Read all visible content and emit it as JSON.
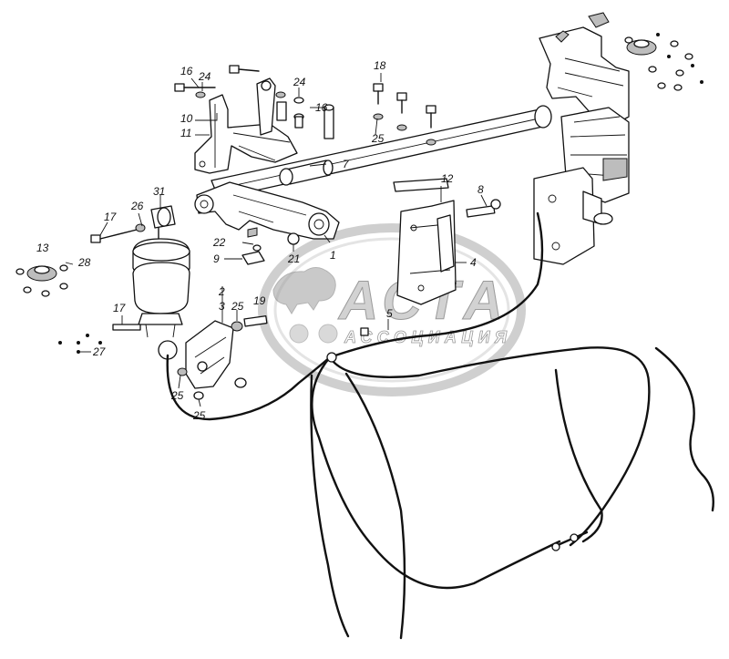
{
  "diagram": {
    "callouts": [
      {
        "id": "c16a",
        "text": "16"
      },
      {
        "id": "c24a",
        "text": "24"
      },
      {
        "id": "c10",
        "text": "10"
      },
      {
        "id": "c11",
        "text": "11"
      },
      {
        "id": "c24b",
        "text": "24"
      },
      {
        "id": "c16b",
        "text": "16"
      },
      {
        "id": "c18",
        "text": "18"
      },
      {
        "id": "c25a",
        "text": "25"
      },
      {
        "id": "c7",
        "text": "7"
      },
      {
        "id": "c31",
        "text": "31"
      },
      {
        "id": "c26",
        "text": "26"
      },
      {
        "id": "c17a",
        "text": "17"
      },
      {
        "id": "c13",
        "text": "13"
      },
      {
        "id": "c28",
        "text": "28"
      },
      {
        "id": "c22",
        "text": "22"
      },
      {
        "id": "c9",
        "text": "9"
      },
      {
        "id": "c21",
        "text": "21"
      },
      {
        "id": "c1",
        "text": "1"
      },
      {
        "id": "c12",
        "text": "12"
      },
      {
        "id": "c8",
        "text": "8"
      },
      {
        "id": "c4",
        "text": "4"
      },
      {
        "id": "c2",
        "text": "2"
      },
      {
        "id": "c3",
        "text": "3"
      },
      {
        "id": "c25b",
        "text": "25"
      },
      {
        "id": "c19",
        "text": "19"
      },
      {
        "id": "c5",
        "text": "5"
      },
      {
        "id": "c17b",
        "text": "17"
      },
      {
        "id": "c27",
        "text": "27"
      },
      {
        "id": "c25c",
        "text": "25"
      },
      {
        "id": "c25d",
        "text": "25"
      }
    ]
  },
  "watermark": {
    "title": "АСТА",
    "subtitle": "АССОЦИАЦИЯ"
  }
}
